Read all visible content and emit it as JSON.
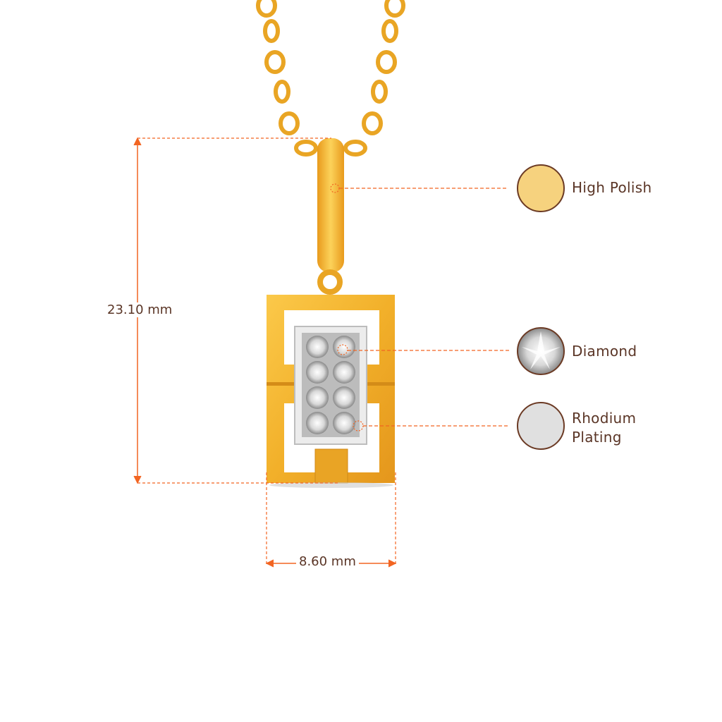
{
  "dimensions": {
    "height_label": "23.10 mm",
    "width_label": "8.60 mm"
  },
  "legend": [
    {
      "label": "High Polish",
      "swatch": "#f6d27e"
    },
    {
      "label": "Diamond",
      "swatch": "#e8e8e8"
    },
    {
      "label": "Rhodium Plating",
      "line1": "Rhodium",
      "line2": "Plating",
      "swatch": "#e0e0e0"
    }
  ],
  "colors": {
    "gold": "#f2b32a",
    "gold_dark": "#d8901a",
    "dimension_line": "#f26522",
    "text": "#5a3526",
    "rhodium": "#e6e6e6"
  }
}
